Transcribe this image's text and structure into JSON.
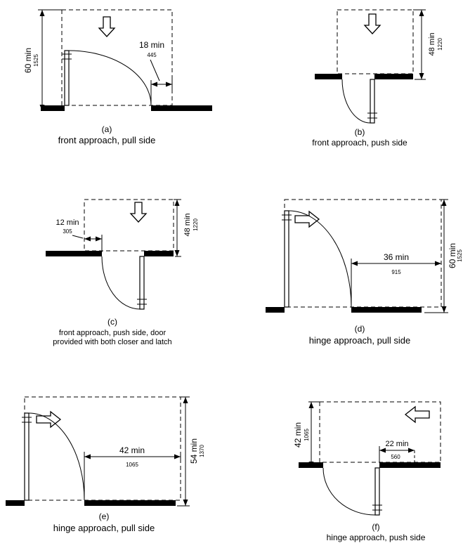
{
  "colors": {
    "ink": "#000000",
    "background": "#ffffff"
  },
  "figures": {
    "a": {
      "tag": "(a)",
      "caption": "front approach, pull side",
      "approach_direction": "down",
      "dim_depth": {
        "label": "60 min",
        "alt": "1525"
      },
      "dim_latch": {
        "label": "18 min",
        "alt": "445"
      }
    },
    "b": {
      "tag": "(b)",
      "caption": "front approach, push side",
      "approach_direction": "down",
      "dim_depth": {
        "label": "48 min",
        "alt": "1220"
      }
    },
    "c": {
      "tag": "(c)",
      "caption": "front approach, push side, door",
      "caption2": "provided with both closer and latch",
      "approach_direction": "down",
      "dim_latch": {
        "label": "12 min",
        "alt": "305"
      },
      "dim_depth": {
        "label": "48 min",
        "alt": "1220"
      }
    },
    "d": {
      "tag": "(d)",
      "caption": "hinge approach, pull side",
      "approach_direction": "right",
      "dim_side": {
        "label": "36 min",
        "alt": "915"
      },
      "dim_depth": {
        "label": "60 min",
        "alt": "1525"
      }
    },
    "e": {
      "tag": "(e)",
      "caption": "hinge approach, pull side",
      "approach_direction": "right",
      "dim_side": {
        "label": "42 min",
        "alt": "1065"
      },
      "dim_depth": {
        "label": "54 min",
        "alt": "1370"
      }
    },
    "f": {
      "tag": "(f)",
      "caption": "hinge approach, push side",
      "approach_direction": "left",
      "dim_side": {
        "label": "22 min",
        "alt": "560"
      },
      "dim_depth": {
        "label": "42 min",
        "alt": "1065"
      }
    }
  }
}
